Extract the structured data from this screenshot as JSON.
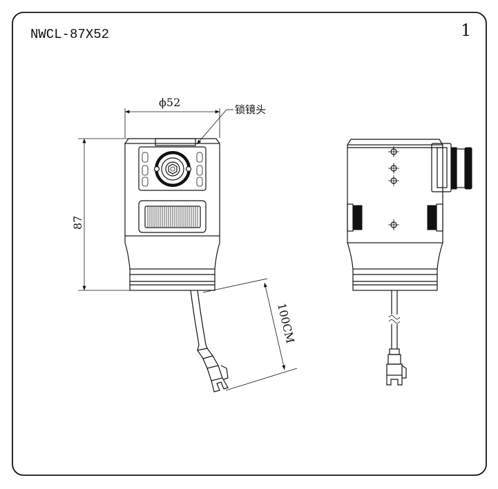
{
  "drawing": {
    "model": "NWCL-87X52",
    "page_number": "1"
  },
  "dimensions": {
    "diameter": "ϕ52",
    "height": "87",
    "cable_length": "100CM"
  },
  "callouts": {
    "lock_lens": "锁镜头"
  }
}
